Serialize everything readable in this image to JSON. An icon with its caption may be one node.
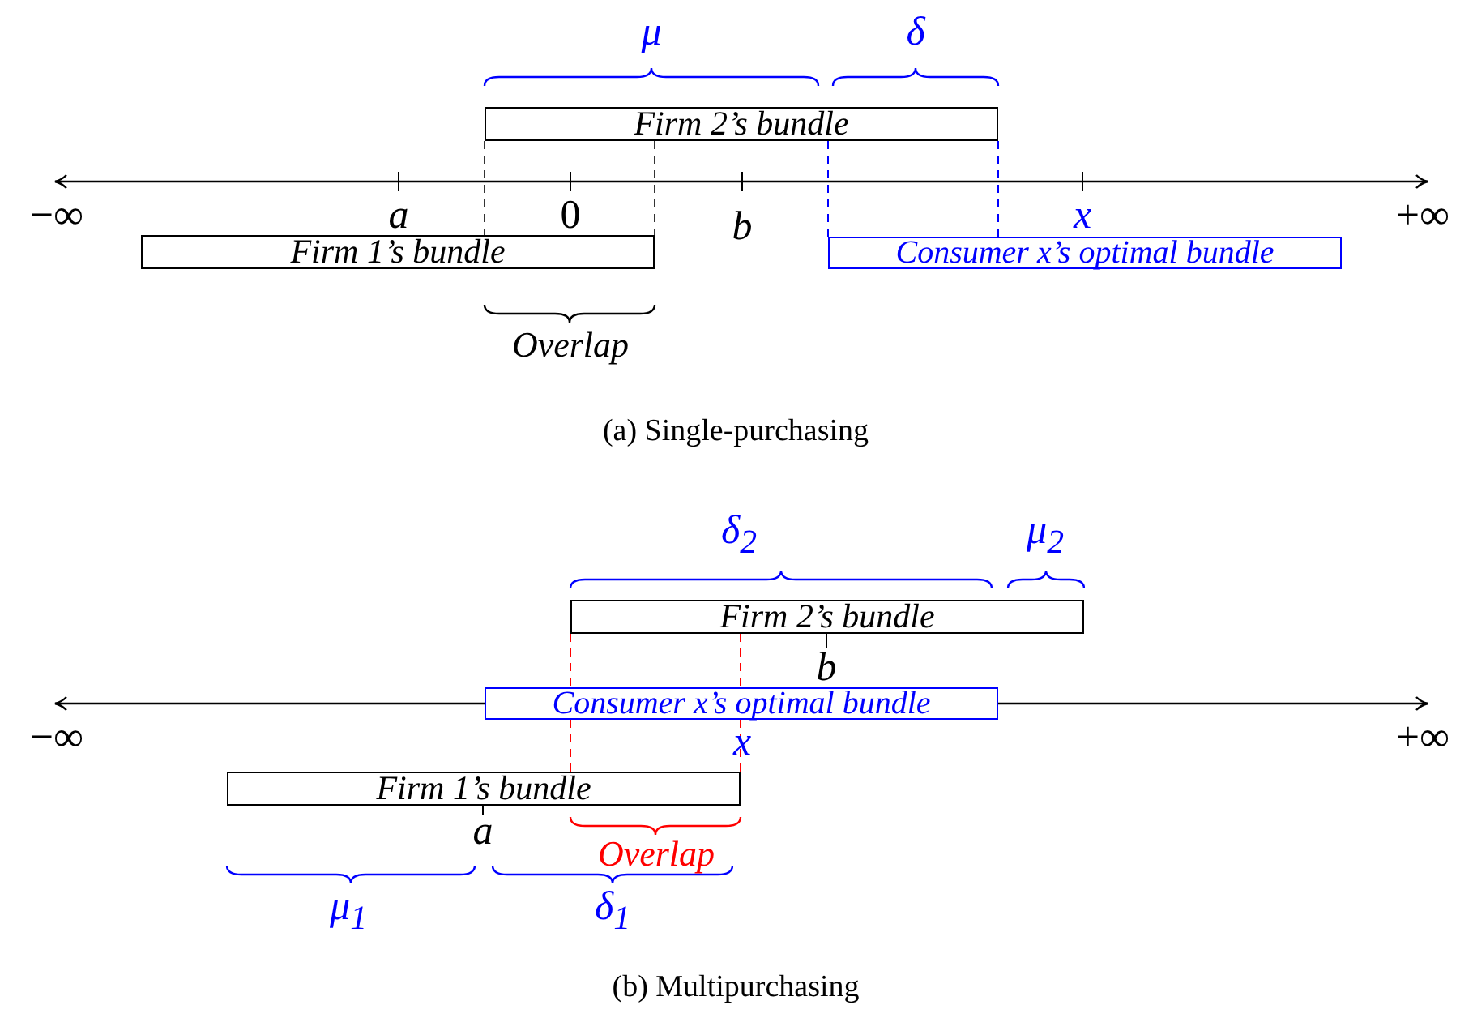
{
  "diagram": {
    "nodes": [
      {
        "text": [
          "Firm 2’s bundle"
        ]
      },
      {
        "text": [
          "Firm 1’s bundle"
        ]
      },
      {
        "text": [
          "Consumer x’s optimal bundle"
        ]
      },
      {
        "text": [
          "Firm 2’s bundle"
        ]
      },
      {
        "text": [
          "Consumer x’s optimal bundle"
        ]
      },
      {
        "text": [
          "Firm 1’s bundle"
        ]
      }
    ],
    "edges": [
      {
        "from": 0,
        "to": 1,
        "arrow": "none",
        "style": "dashed",
        "color": "#333333"
      },
      {
        "from": 0,
        "to": 1,
        "arrow": "none",
        "style": "dashed",
        "color": "#333333"
      },
      {
        "from": 0,
        "to": 2,
        "arrow": "none",
        "style": "dashed",
        "color": "#0000ff"
      },
      {
        "from": 0,
        "to": 2,
        "arrow": "none",
        "style": "dashed",
        "color": "#0000ff"
      },
      {
        "from": 3,
        "to": 4,
        "arrow": "none",
        "style": "dashed",
        "color": "#ff0000"
      },
      {
        "from": 4,
        "to": 5,
        "arrow": "none",
        "style": "dashed",
        "color": "#ff0000"
      },
      {
        "from": 3,
        "to": 4,
        "arrow": "none",
        "style": "dashed",
        "color": "#ff0000"
      },
      {
        "from": 4,
        "to": 5,
        "arrow": "none",
        "style": "dashed",
        "color": "#ff0000"
      }
    ],
    "labels": [
      "μ",
      "δ",
      "−∞",
      "a",
      "0",
      "b",
      "x",
      "+∞",
      "Overlap",
      "(a) Single-purchasing",
      "δ$_{2}$",
      "μ$_{2}$",
      "b",
      "−∞",
      "x",
      "+∞",
      "a",
      "Overlap",
      "μ$_{1}$",
      "δ$_{1}$",
      "(b) Multipurchasing"
    ]
  }
}
